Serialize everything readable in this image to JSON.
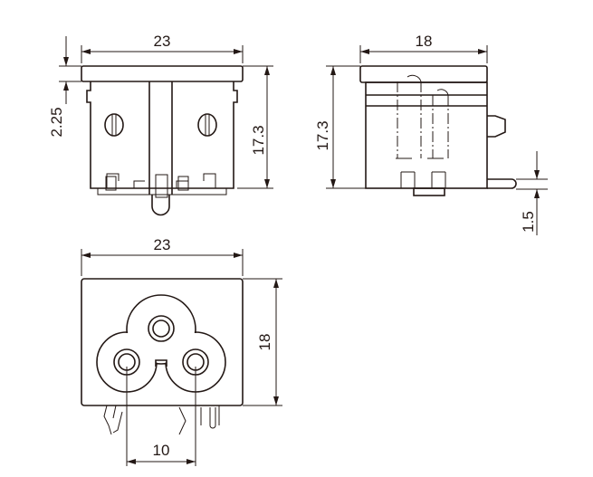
{
  "front_view": {
    "width_label": "23",
    "plate_label": "2.25",
    "height_label": "17.3"
  },
  "side_view": {
    "width_label": "18",
    "height_label": "17.3",
    "pin_label": "1.5"
  },
  "bottom_view": {
    "width_label": "23",
    "height_label": "18",
    "pin_pitch_label": "10"
  },
  "colors": {
    "line": "#231815",
    "background": "#ffffff"
  }
}
